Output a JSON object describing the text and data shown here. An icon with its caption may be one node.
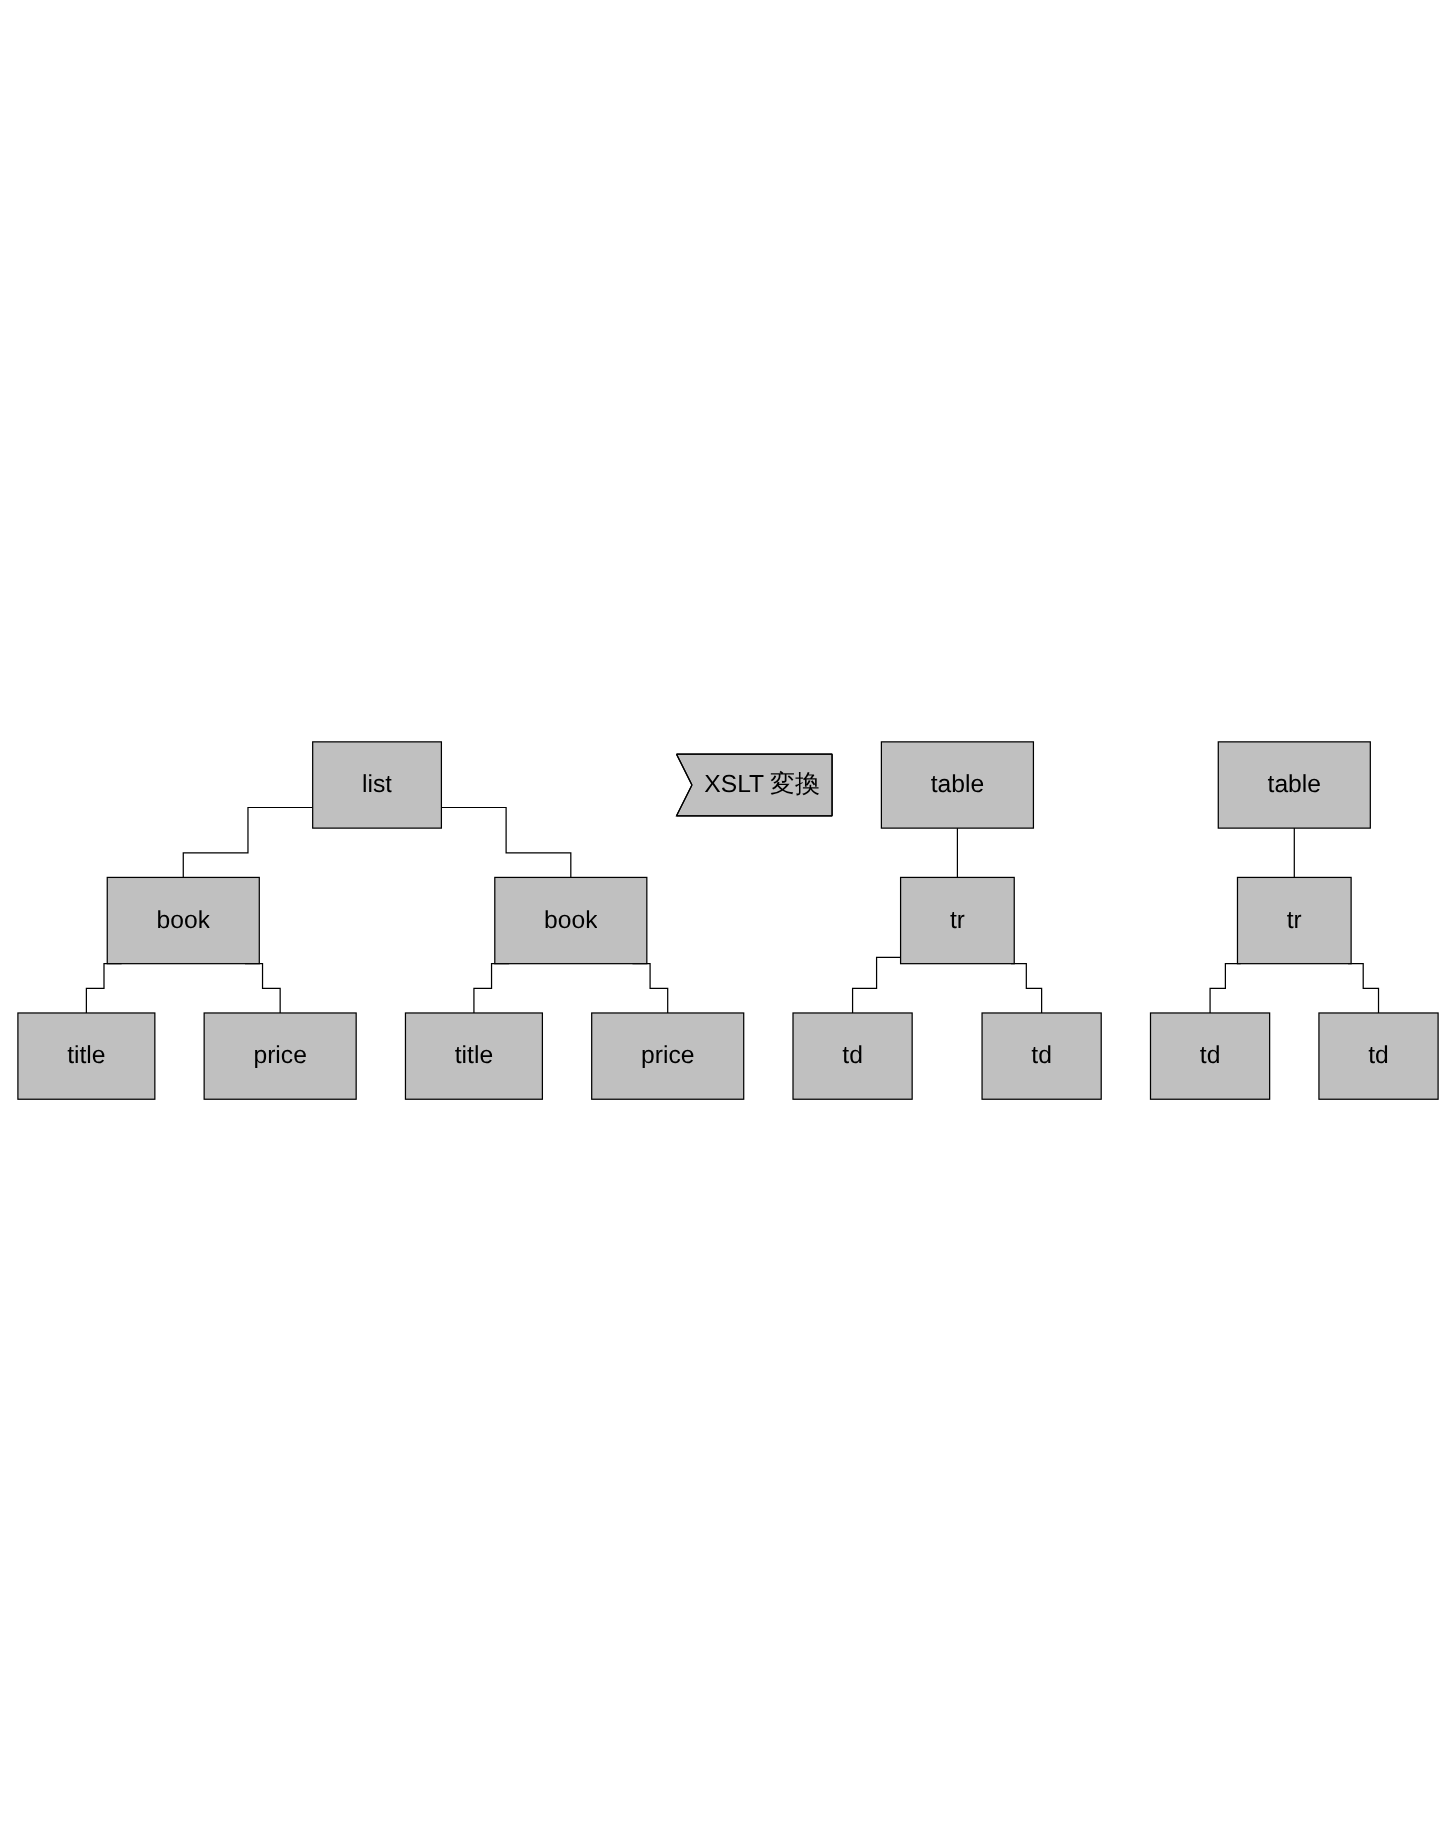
{
  "diagram": {
    "nodes": [
      {
        "text": [
          "list"
        ]
      },
      {
        "text": [
          "book"
        ]
      },
      {
        "text": [
          "book"
        ]
      },
      {
        "text": [
          "title"
        ]
      },
      {
        "text": [
          "price"
        ]
      },
      {
        "text": [
          "title"
        ]
      },
      {
        "text": [
          "price"
        ]
      },
      {
        "text": [
          "XSLT 変換"
        ]
      },
      {
        "text": [
          "table"
        ]
      },
      {
        "text": [
          "tr"
        ]
      },
      {
        "text": [
          "td"
        ]
      },
      {
        "text": [
          "td"
        ]
      },
      {
        "text": [
          "table"
        ]
      },
      {
        "text": [
          "tr"
        ]
      },
      {
        "text": [
          "td"
        ]
      },
      {
        "text": [
          "td"
        ]
      }
    ],
    "edges": [
      {
        "from": 0,
        "to": 1,
        "arrow": "none"
      },
      {
        "from": 0,
        "to": 2,
        "arrow": "none"
      },
      {
        "from": 1,
        "to": 3,
        "arrow": "none"
      },
      {
        "from": 1,
        "to": 4,
        "arrow": "none"
      },
      {
        "from": 2,
        "to": 5,
        "arrow": "none"
      },
      {
        "from": 2,
        "to": 6,
        "arrow": "none"
      },
      {
        "from": 8,
        "to": 9,
        "arrow": "none"
      },
      {
        "from": 9,
        "to": 10,
        "arrow": "none"
      },
      {
        "from": 9,
        "to": 11,
        "arrow": "none"
      },
      {
        "from": 12,
        "to": 13,
        "arrow": "none"
      },
      {
        "from": 13,
        "to": 14,
        "arrow": "none"
      },
      {
        "from": 13,
        "to": 15,
        "arrow": "none"
      }
    ]
  }
}
